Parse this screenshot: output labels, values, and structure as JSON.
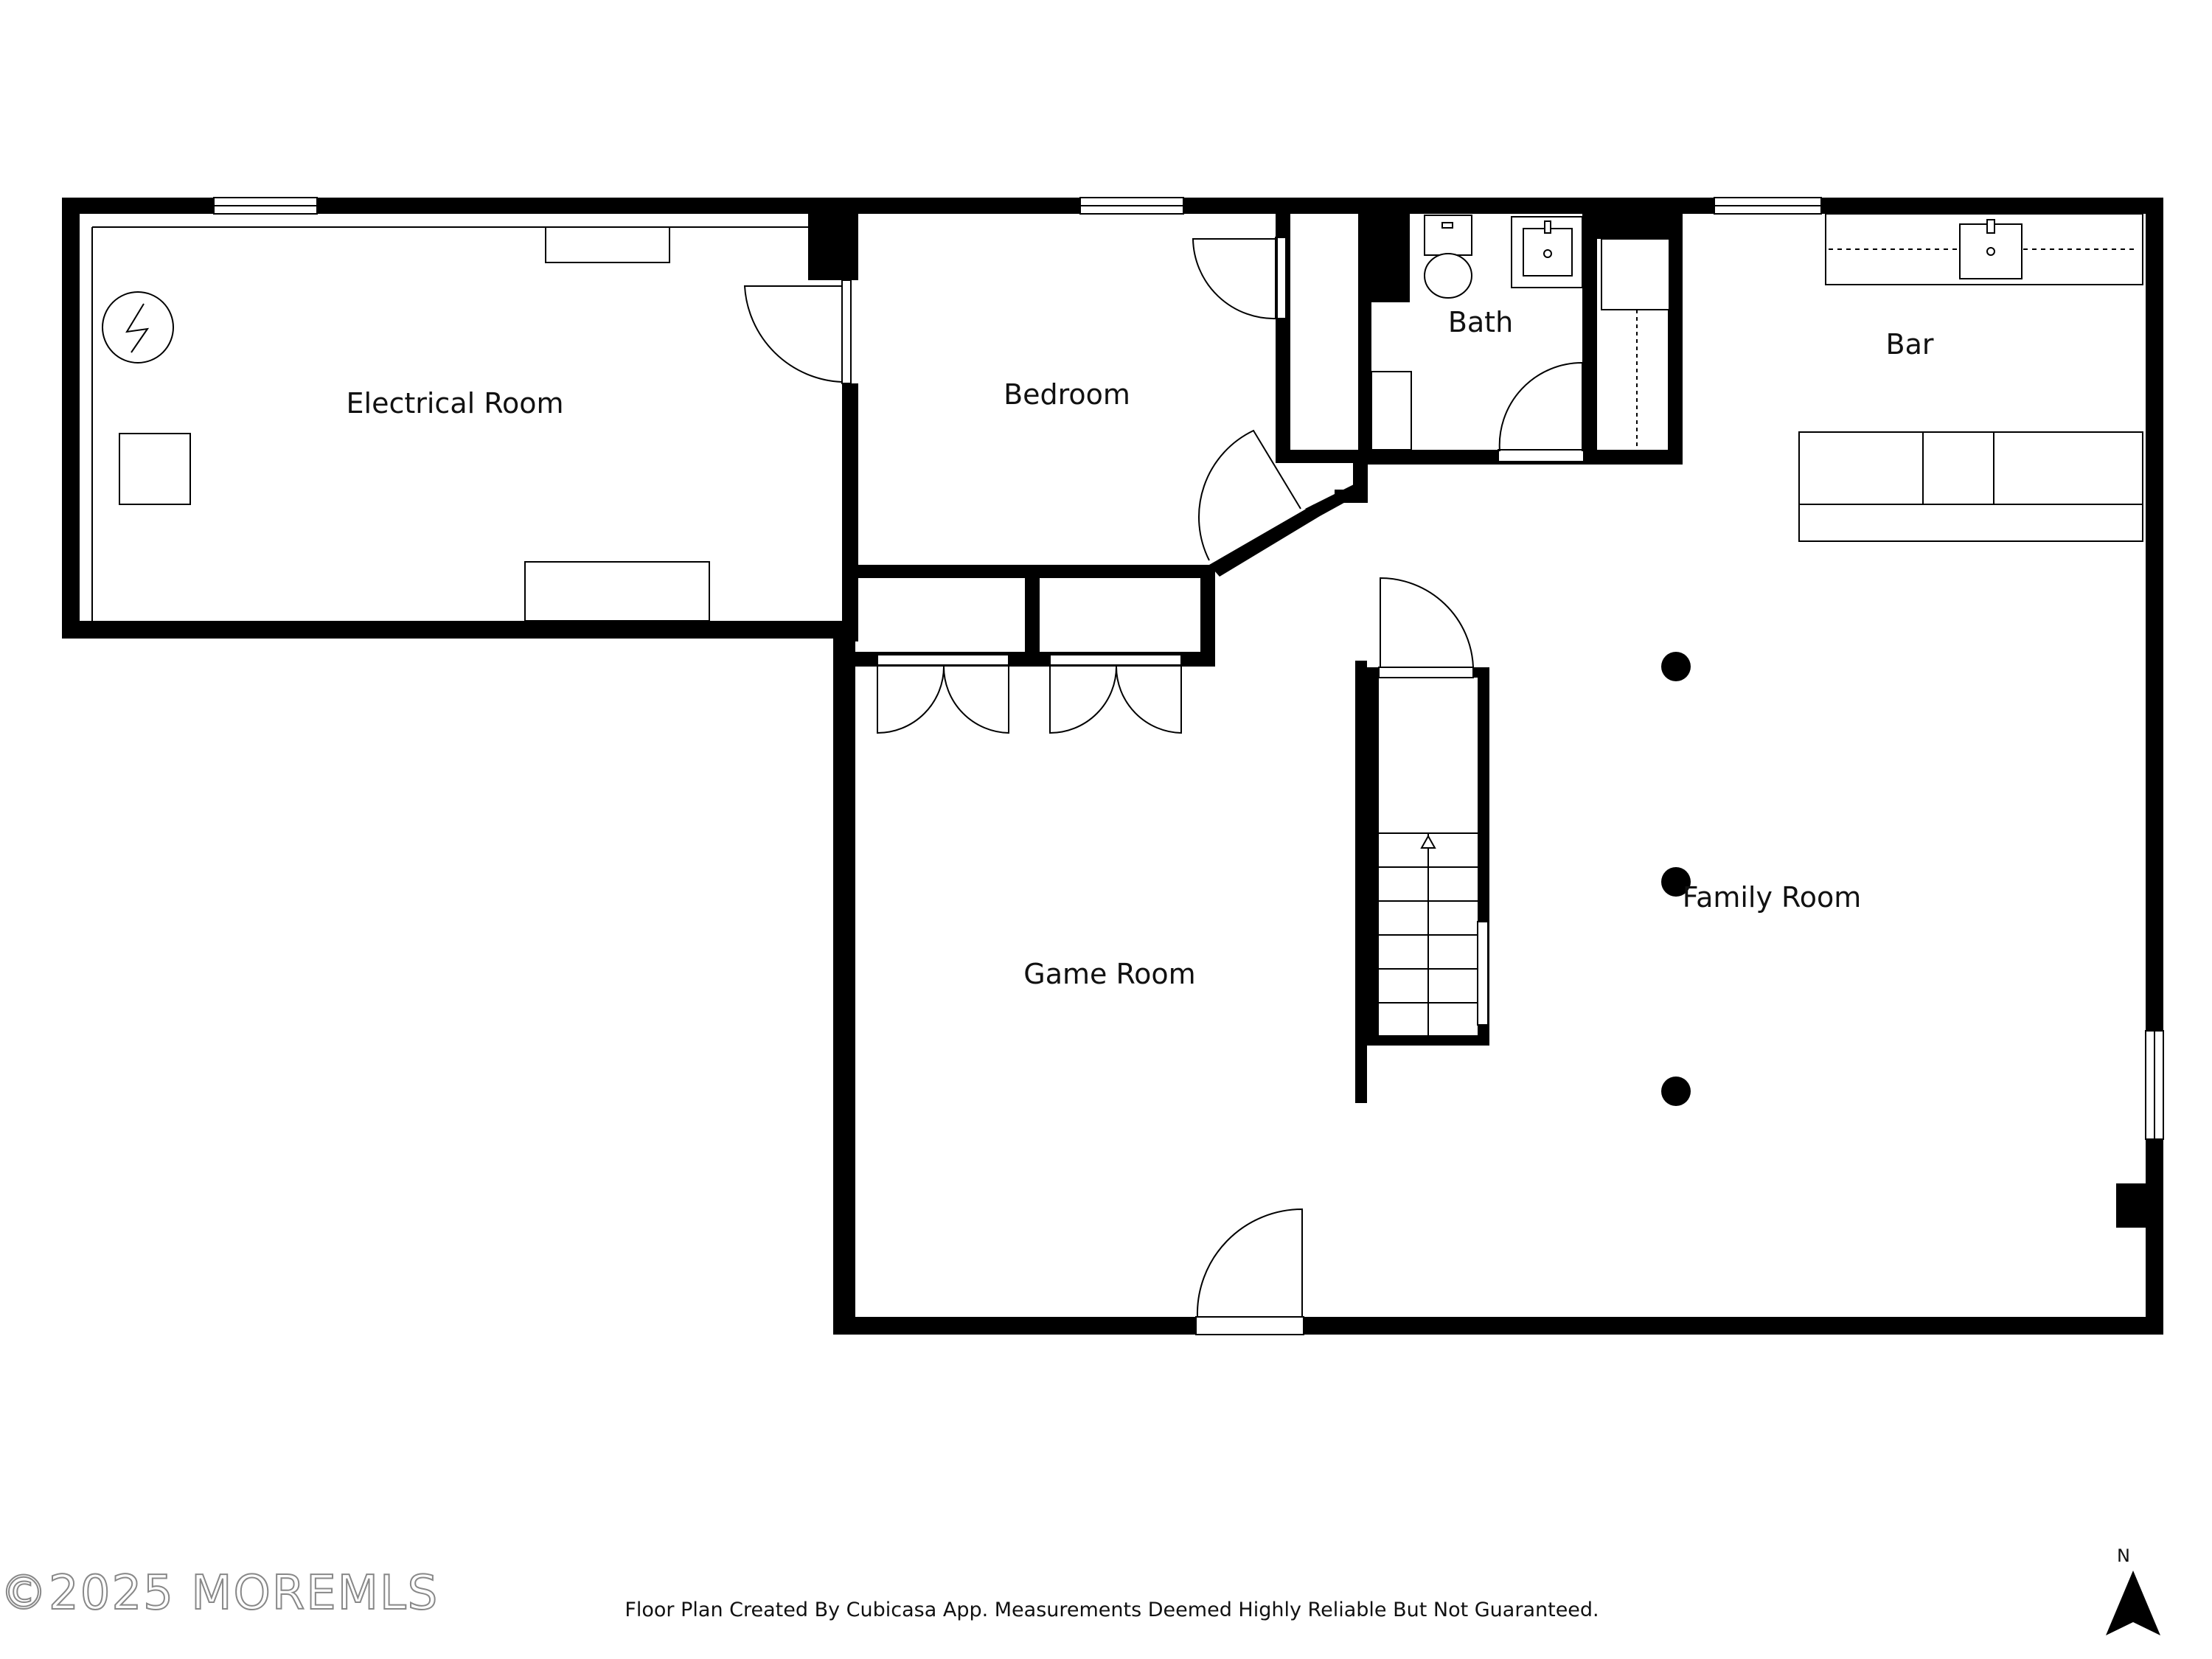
{
  "rooms": {
    "electrical": "Electrical Room",
    "bedroom": "Bedroom",
    "bath": "Bath",
    "bar": "Bar",
    "game": "Game Room",
    "family": "Family Room"
  },
  "footer": {
    "credit": "Floor Plan Created By Cubicasa App. Measurements Deemed Highly Reliable But Not Guaranteed.",
    "watermark": "©2025 MOREMLS"
  },
  "compass": {
    "label": "N"
  },
  "colors": {
    "wall": "#000000",
    "background": "#ffffff",
    "fixture": "#555555"
  }
}
